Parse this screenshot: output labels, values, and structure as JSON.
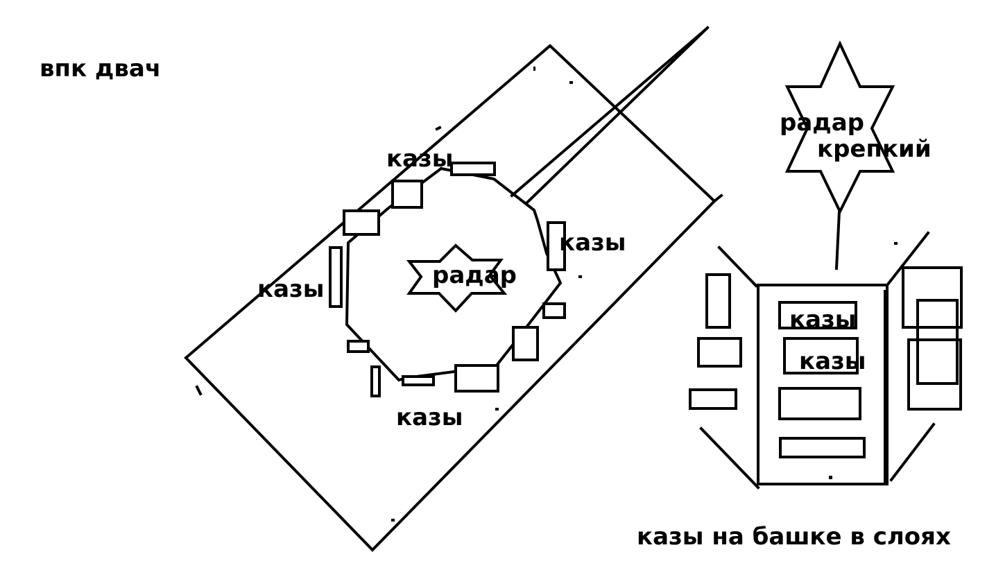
{
  "labels": {
    "title": "впк двач",
    "kazy_top": "казы",
    "kazy_right": "казы",
    "kazy_left": "казы",
    "kazy_bottom": "казы",
    "radar_center": "радар",
    "radar_star": "радар",
    "radar_strong": "крепкий",
    "turret_kazy_1": "казы",
    "turret_kazy_2": "казы",
    "caption": "казы на башке в слоях"
  },
  "colors": {
    "ink": "#000000",
    "paper": "#ffffff"
  }
}
